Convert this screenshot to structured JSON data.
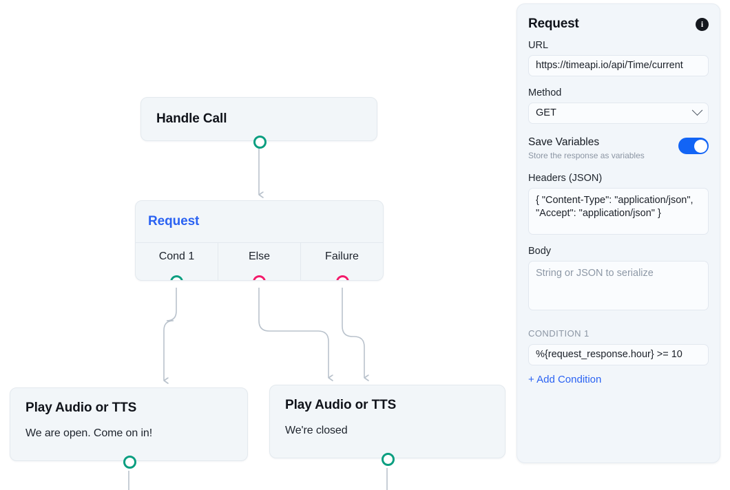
{
  "canvas": {
    "nodes": [
      {
        "id": "handle-call",
        "title": "Handle Call",
        "subtitle": "",
        "ports_out": [
          {
            "label": "",
            "color": "green"
          }
        ]
      },
      {
        "id": "request",
        "title": "Request",
        "ports_out": [
          {
            "label": "Cond 1",
            "color": "green"
          },
          {
            "label": "Else",
            "color": "pink"
          },
          {
            "label": "Failure",
            "color": "pink"
          }
        ]
      },
      {
        "id": "tts-open",
        "title": "Play Audio or TTS",
        "subtitle": "We are open. Come on in!",
        "ports_out": [
          {
            "label": "",
            "color": "green"
          }
        ]
      },
      {
        "id": "tts-closed",
        "title": "Play Audio or TTS",
        "subtitle": "We're closed",
        "ports_out": [
          {
            "label": "",
            "color": "green"
          }
        ]
      }
    ],
    "port_colors": {
      "green": "#0a9e80",
      "pink": "#f31a6b"
    },
    "edge_color": "#b9c2cc"
  },
  "panel": {
    "title": "Request",
    "info_icon": "info-icon",
    "url": {
      "label": "URL",
      "value": "https://timeapi.io/api/Time/current"
    },
    "method": {
      "label": "Method",
      "value": "GET",
      "chevron": "chevron-down-icon"
    },
    "save_variables": {
      "label": "Save Variables",
      "description": "Store the response as variables",
      "enabled": true,
      "accent": "#1264f5"
    },
    "headers": {
      "label": "Headers (JSON)",
      "value": "{ \"Content-Type\": \"application/json\", \"Accept\": \"application/json\" }"
    },
    "body": {
      "label": "Body",
      "value": "",
      "placeholder": "String or JSON to serialize"
    },
    "condition": {
      "section_label": "CONDITION 1",
      "value": "%{request_response.hour} >= 10",
      "add_label": "+ Add Condition"
    }
  }
}
